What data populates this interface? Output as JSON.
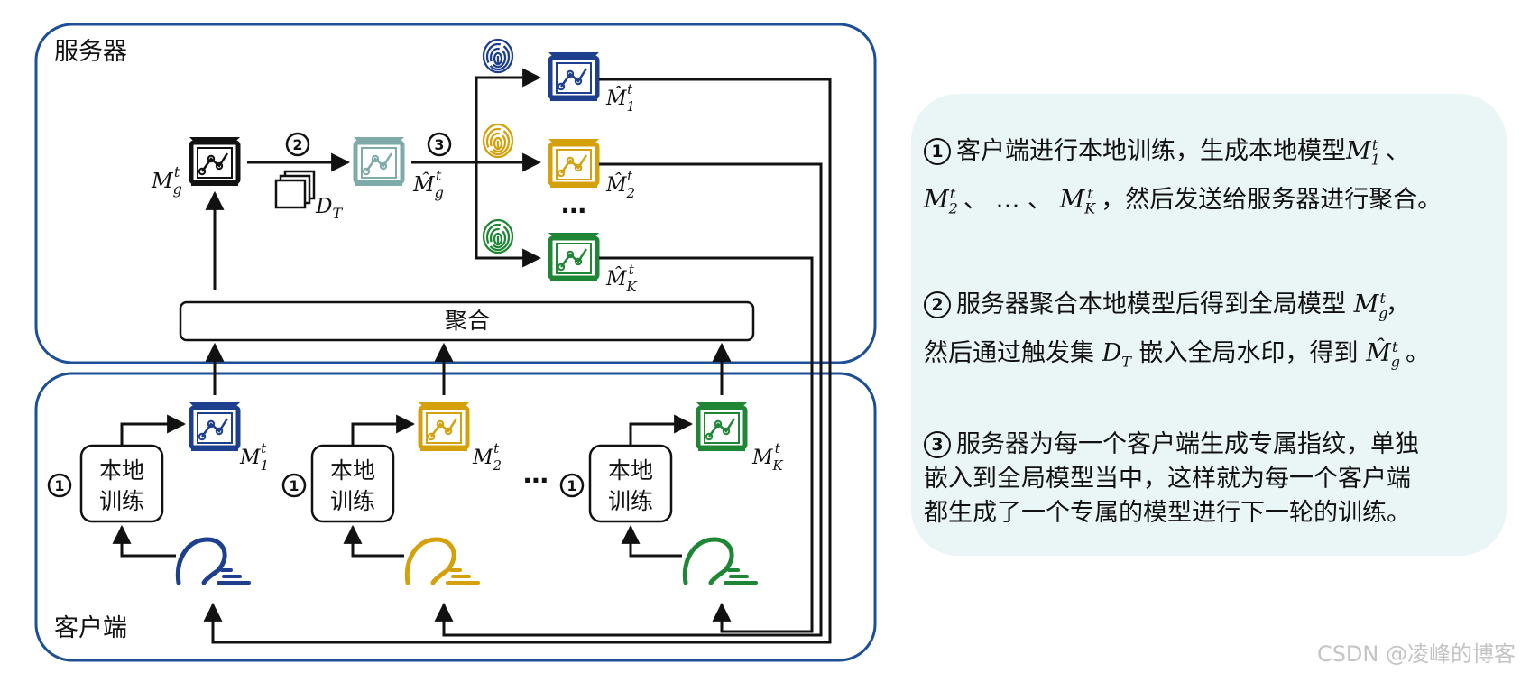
{
  "server": {
    "title": "服务器",
    "aggregate_label": "聚合",
    "global_model": {
      "base": "M",
      "sub": "g",
      "sup": "t",
      "color": "#111111"
    },
    "trigger_set": {
      "base": "D",
      "sub": "T"
    },
    "watermarked_global": {
      "base": "M̂",
      "sub": "g",
      "sup": "t",
      "color": "#7eaaaa"
    },
    "step2_marker": "②",
    "step3_marker": "③",
    "ellipsis": "⋯",
    "client_models": [
      {
        "base": "M̂",
        "sub": "1",
        "sup": "t",
        "color": "#1d3f8e",
        "fingerprint": "fingerprint-icon"
      },
      {
        "base": "M̂",
        "sub": "2",
        "sup": "t",
        "color": "#d4a00c",
        "fingerprint": "fingerprint-icon"
      },
      {
        "base": "M̂",
        "sub": "K",
        "sup": "t",
        "color": "#1f8636",
        "fingerprint": "fingerprint-icon"
      }
    ]
  },
  "clients": {
    "title": "客户端",
    "step1_marker": "①",
    "ellipsis": "⋯",
    "items": [
      {
        "train_label_line1": "本地",
        "train_label_line2": "训练",
        "model": {
          "base": "M",
          "sub": "1",
          "sup": "t"
        },
        "color": "#1d3f8e",
        "icon": "user-icon"
      },
      {
        "train_label_line1": "本地",
        "train_label_line2": "训练",
        "model": {
          "base": "M",
          "sub": "2",
          "sup": "t"
        },
        "color": "#d4a00c",
        "icon": "user-icon"
      },
      {
        "train_label_line1": "本地",
        "train_label_line2": "训练",
        "model": {
          "base": "M",
          "sub": "K",
          "sup": "t"
        },
        "color": "#1f8636",
        "icon": "user-icon"
      }
    ]
  },
  "steps": [
    {
      "marker": "1",
      "text_a": "客户端进行本地训练，生成本地模型",
      "m1": {
        "base": "M",
        "sub": "1",
        "sup": "t"
      },
      "sep1": "、",
      "m2": {
        "base": "M",
        "sub": "2",
        "sup": "t"
      },
      "sep2": "、 … 、",
      "mk": {
        "base": "M",
        "sub": "K",
        "sup": "t"
      },
      "text_b": "，然后发送给服务器进行聚合。"
    },
    {
      "marker": "2",
      "text_a": "服务器聚合本地模型后得到全局模型",
      "mg": {
        "base": "M",
        "sub": "g",
        "sup": "t"
      },
      "text_b": "，",
      "text_c": "然后通过触发集",
      "dt": {
        "base": "D",
        "sub": "T"
      },
      "text_d": "嵌入全局水印，得到",
      "mgw": {
        "base": "M̂",
        "sub": "g",
        "sup": "t"
      },
      "text_e": "。"
    },
    {
      "marker": "3",
      "line1": "服务器为每一个客户端生成专属指纹，单独",
      "line2": "嵌入到全局模型当中，这样就为每一个客户端",
      "line3": "都生成了一个专属的模型进行下一轮的训练。"
    }
  ],
  "watermark": "CSDN @凌峰的博客",
  "colors": {
    "frame": "#1d4f96",
    "panel": "#eaf5f5",
    "navy": "#1d3f8e",
    "gold": "#d4a00c",
    "green": "#1f8636",
    "teal": "#7eaaaa"
  }
}
